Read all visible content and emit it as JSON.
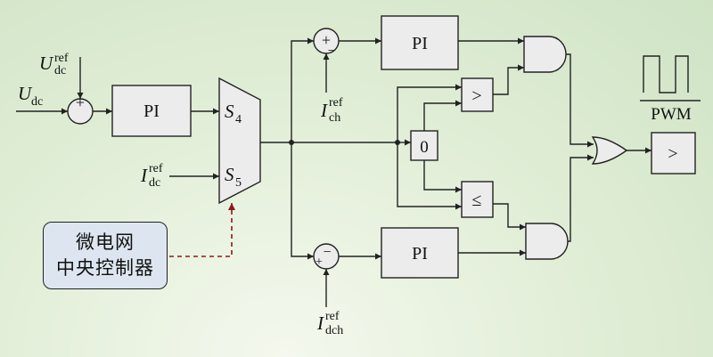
{
  "inputs": {
    "udc": {
      "sym": "U",
      "sub": "dc"
    },
    "udc_ref": {
      "sym": "U",
      "sub": "dc",
      "sup": "ref"
    },
    "idc_ref": {
      "sym": "I",
      "sub": "dc",
      "sup": "ref"
    },
    "ich_ref": {
      "sym": "I",
      "sub": "ch",
      "sup": "ref"
    },
    "idch_ref": {
      "sym": "I",
      "sub": "dch",
      "sup": "ref"
    }
  },
  "sum_signs": {
    "dc": "+",
    "ch": "+",
    "ch_minus": "−",
    "dch_top": "−",
    "dch_plus": "+"
  },
  "pi_blocks": {
    "main": "PI",
    "charge": "PI",
    "discharge": "PI"
  },
  "switch": {
    "s4": {
      "sym": "S",
      "sub": "4"
    },
    "s5": {
      "sym": "S",
      "sub": "5"
    }
  },
  "comparators": {
    "greater": ">",
    "less_equal": "≤",
    "output": ">"
  },
  "zero_constant": "0",
  "pwm_label": "PWM",
  "controller": {
    "line1": "微电网",
    "line2": "中央控制器"
  },
  "colors": {
    "dashed_link": "#8b1a1a",
    "controller_fill": "#dde6f0"
  }
}
